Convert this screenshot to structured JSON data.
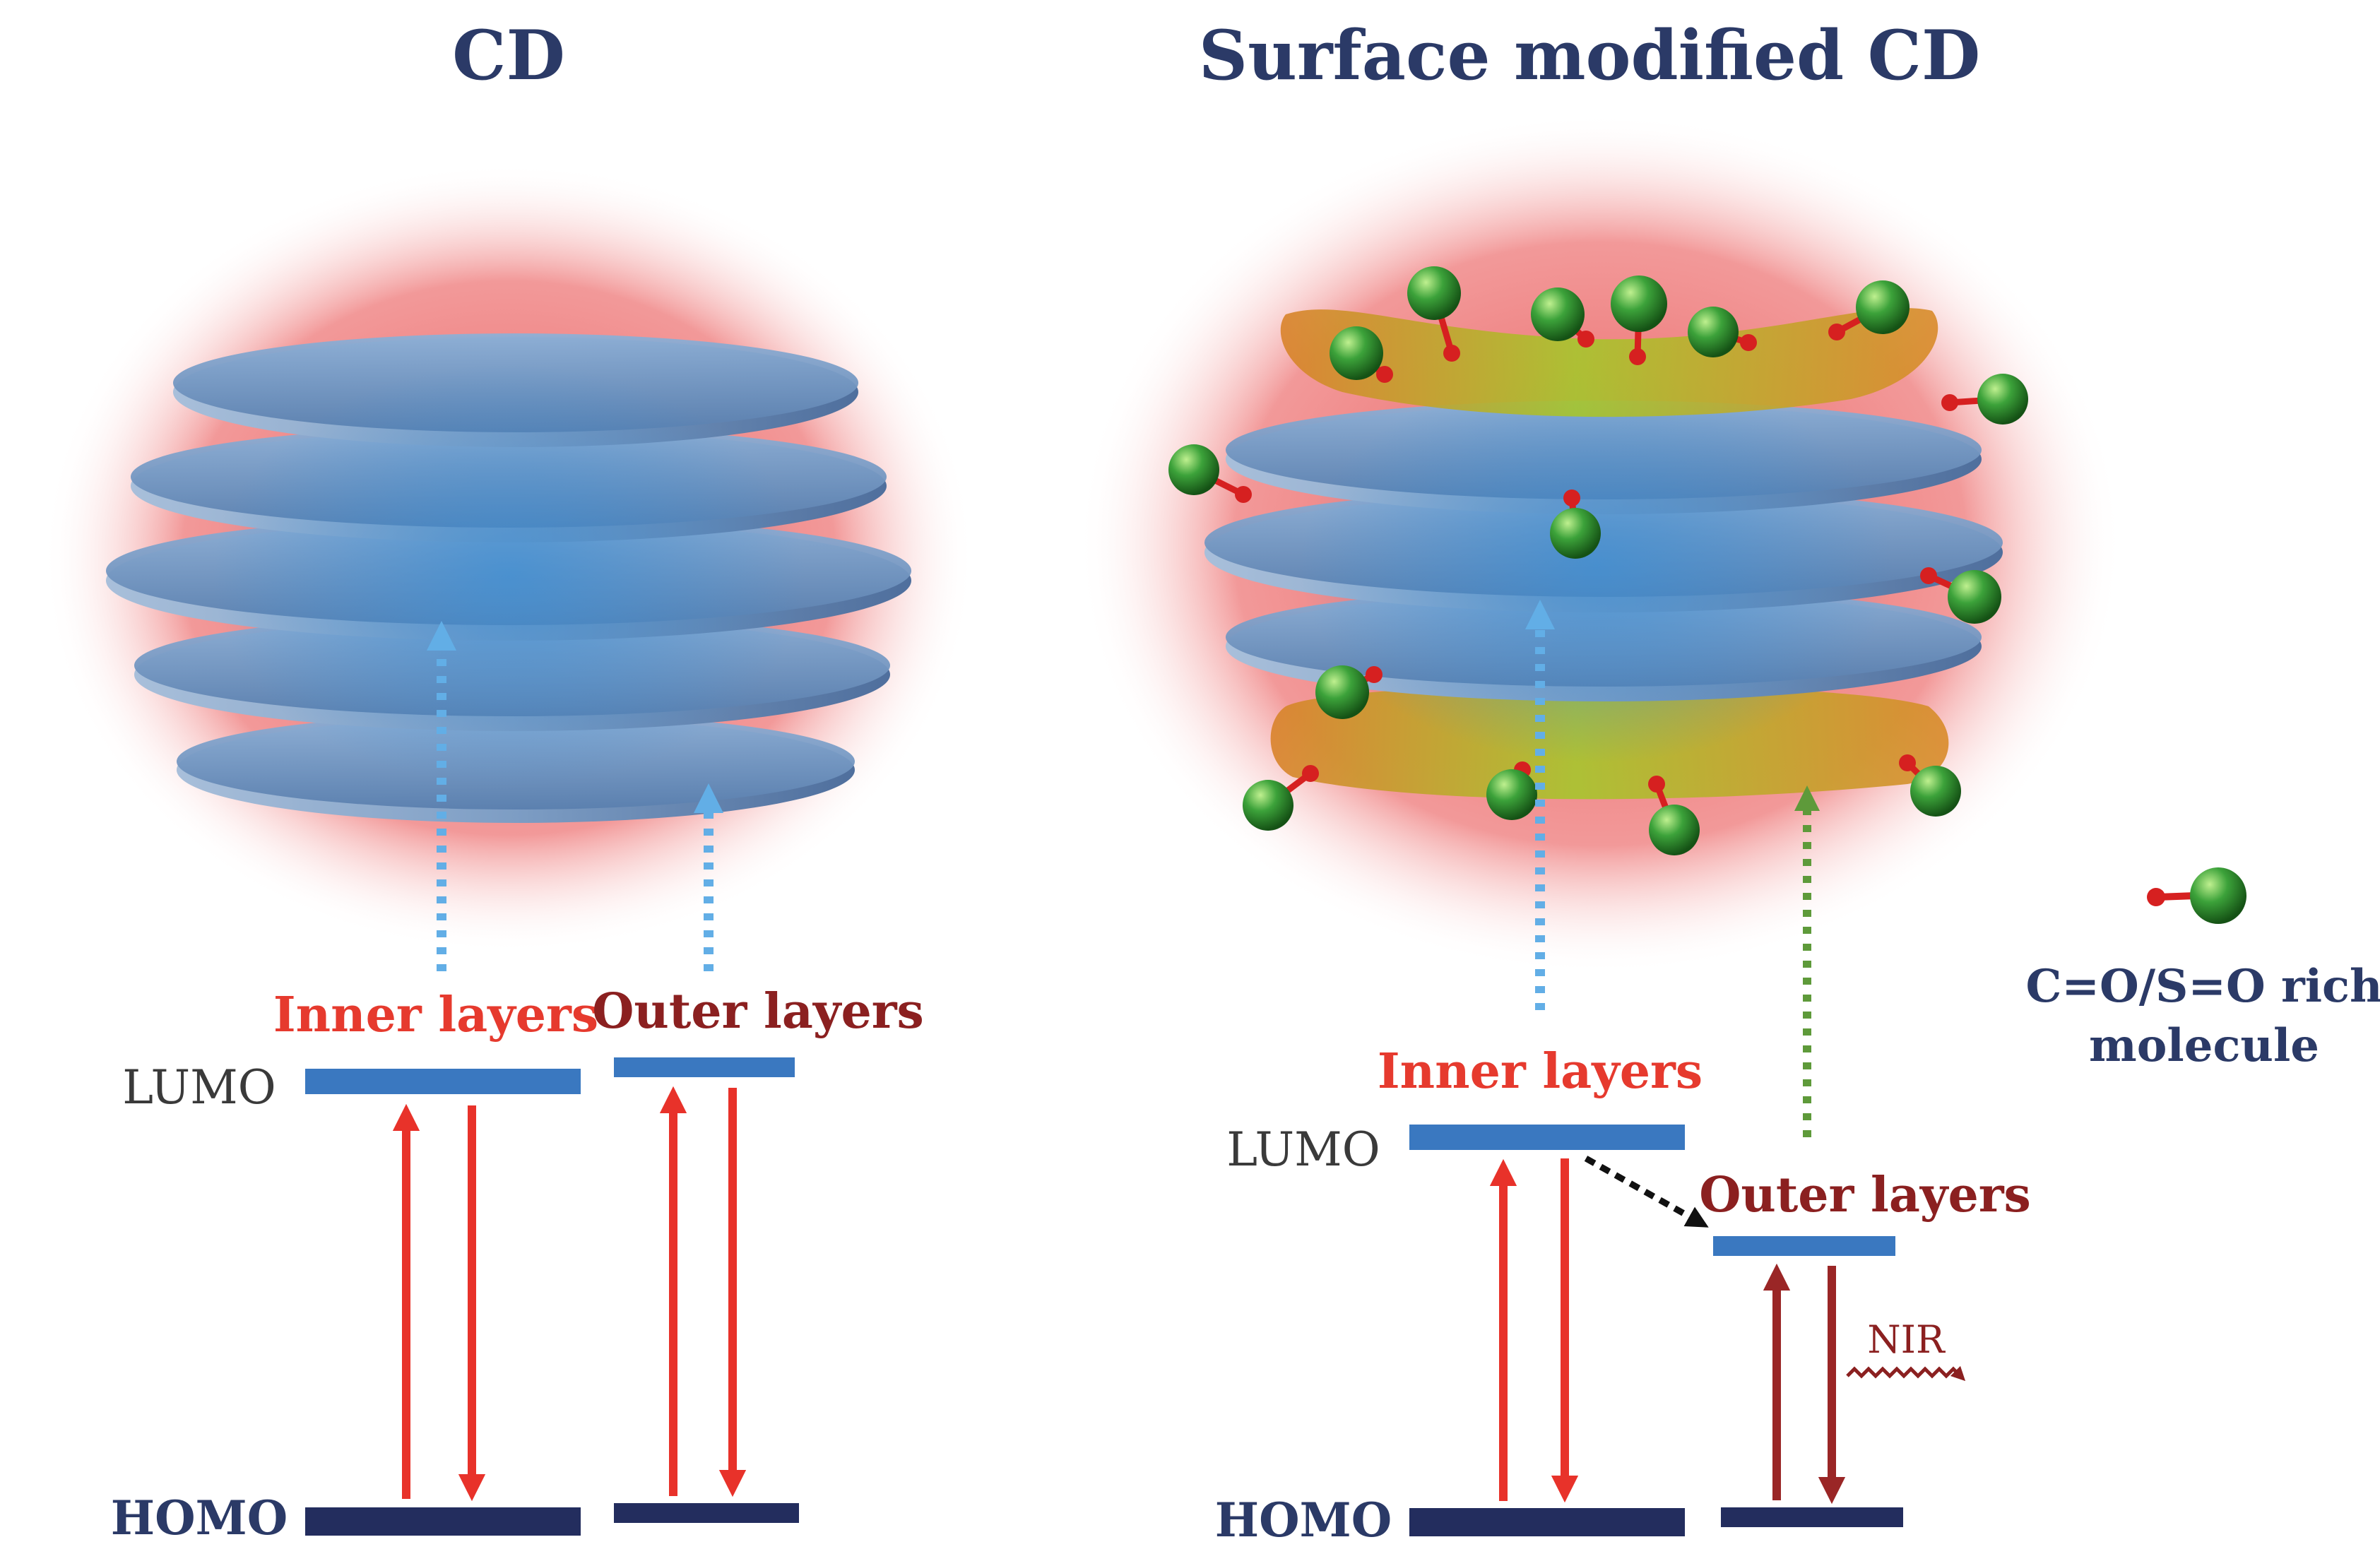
{
  "titles": {
    "left": "CD",
    "right": "Surface modified CD"
  },
  "left_panel": {
    "lumo_label": "LUMO",
    "homo_label": "HOMO",
    "inner_label": "Inner layers",
    "outer_label": "Outer layers"
  },
  "right_panel": {
    "lumo_label": "LUMO",
    "homo_label": "HOMO",
    "inner_label": "Inner layers",
    "outer_label": "Outer layers",
    "emission_label": "NIR"
  },
  "legend": {
    "line1": "C=O/S=O rich",
    "line2": "molecule"
  },
  "colors": {
    "lumo_bar": "#3a78c0",
    "homo_bar": "#232d5e",
    "absorb_arrow": "#e8322a",
    "outer_arrow": "#9a2626",
    "inner_dotted": "#62aee6",
    "outer_dotted_right": "#5e9a3a",
    "glow": "#e85454",
    "disc": "#6f93bd",
    "surface_layer": "#9bbf2f",
    "sphere": "#3ca23a",
    "oxygen": "#d62020"
  }
}
